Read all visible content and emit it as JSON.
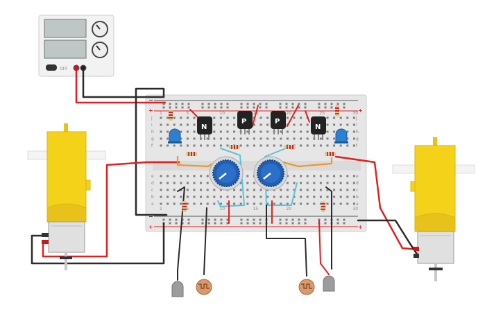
{
  "power_supply": {
    "button_label": "OFF",
    "display_top": "",
    "display_bottom": ""
  },
  "breadboard": {
    "row_letters_top": [
      "j",
      "i",
      "h",
      "g",
      "f"
    ],
    "row_letters_bottom": [
      "e",
      "d",
      "c",
      "b",
      "a"
    ],
    "rail_plus": "+",
    "rail_minus": "−",
    "column_labels": [
      "1",
      "5",
      "10",
      "15",
      "20",
      "25",
      "30"
    ]
  },
  "transistors": [
    {
      "label": "N"
    },
    {
      "label": "P"
    },
    {
      "label": "P"
    },
    {
      "label": "N"
    }
  ],
  "colors": {
    "breadboard": "#e6e6e6",
    "wire_red": "#e02020",
    "wire_black": "#2a2a2a",
    "wire_orange": "#f0962a",
    "wire_cyan": "#5bc3dc",
    "motor_yellow": "#f5d21a",
    "led_blue": "#2d7fd0",
    "pot_blue": "#1f5fb5"
  }
}
